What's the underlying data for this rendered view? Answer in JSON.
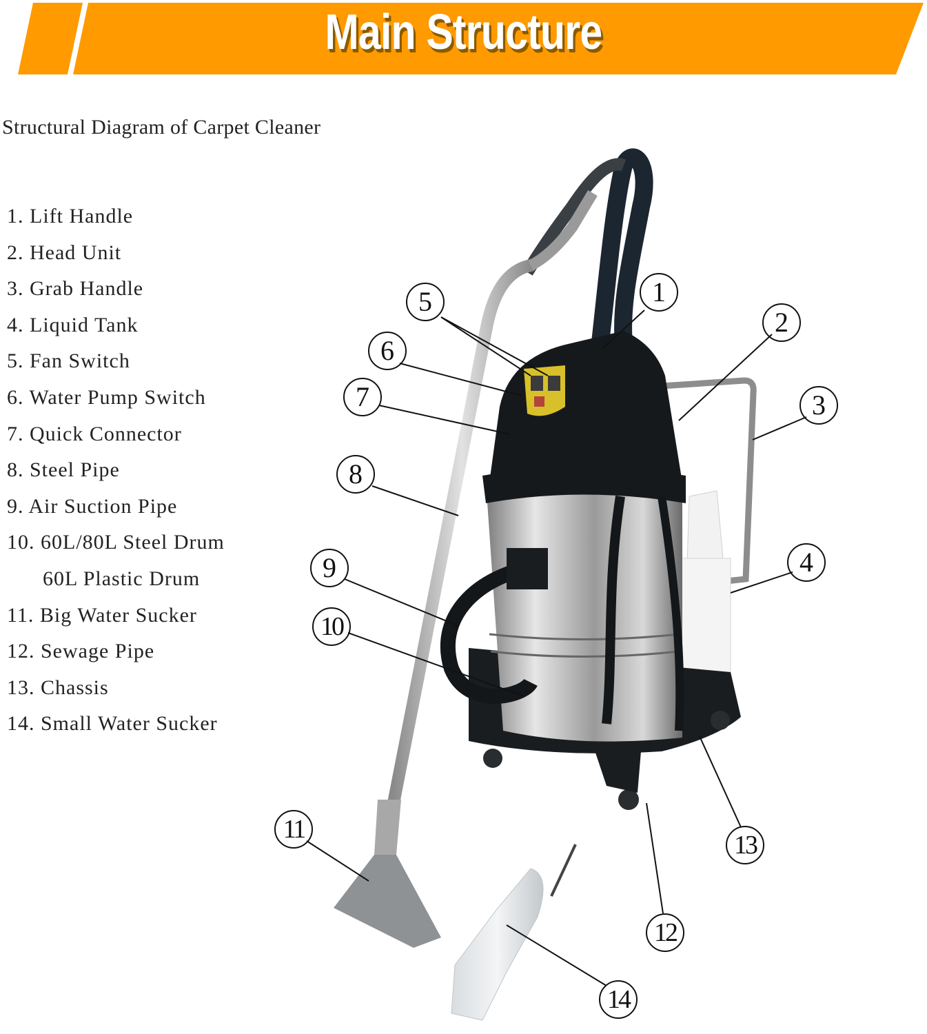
{
  "banner": {
    "title": "Main Structure",
    "color": "#ff9a00",
    "text_color": "#ffffff"
  },
  "subtitle": "Structural Diagram of Carpet Cleaner",
  "parts": [
    {
      "num": "1.",
      "label": "Lift Handle"
    },
    {
      "num": "2.",
      "label": "Head Unit"
    },
    {
      "num": "3.",
      "label": "Grab Handle"
    },
    {
      "num": "4.",
      "label": "Liquid Tank"
    },
    {
      "num": "5.",
      "label": "Fan Switch"
    },
    {
      "num": "6.",
      "label": "Water Pump Switch"
    },
    {
      "num": "7.",
      "label": "Quick Connector"
    },
    {
      "num": "8.",
      "label": "Steel Pipe"
    },
    {
      "num": "9.",
      "label": "Air Suction Pipe"
    },
    {
      "num": "10.",
      "label": "60L/80L Steel Drum"
    },
    {
      "num": "",
      "label": "60L Plastic Drum"
    },
    {
      "num": "11.",
      "label": "Big Water Sucker"
    },
    {
      "num": "12.",
      "label": "Sewage Pipe"
    },
    {
      "num": "13.",
      "label": "Chassis"
    },
    {
      "num": "14.",
      "label": "Small Water Sucker"
    }
  ],
  "callouts": [
    "1",
    "2",
    "3",
    "4",
    "5",
    "6",
    "7",
    "8",
    "9",
    "10",
    "11",
    "12",
    "13",
    "14"
  ]
}
